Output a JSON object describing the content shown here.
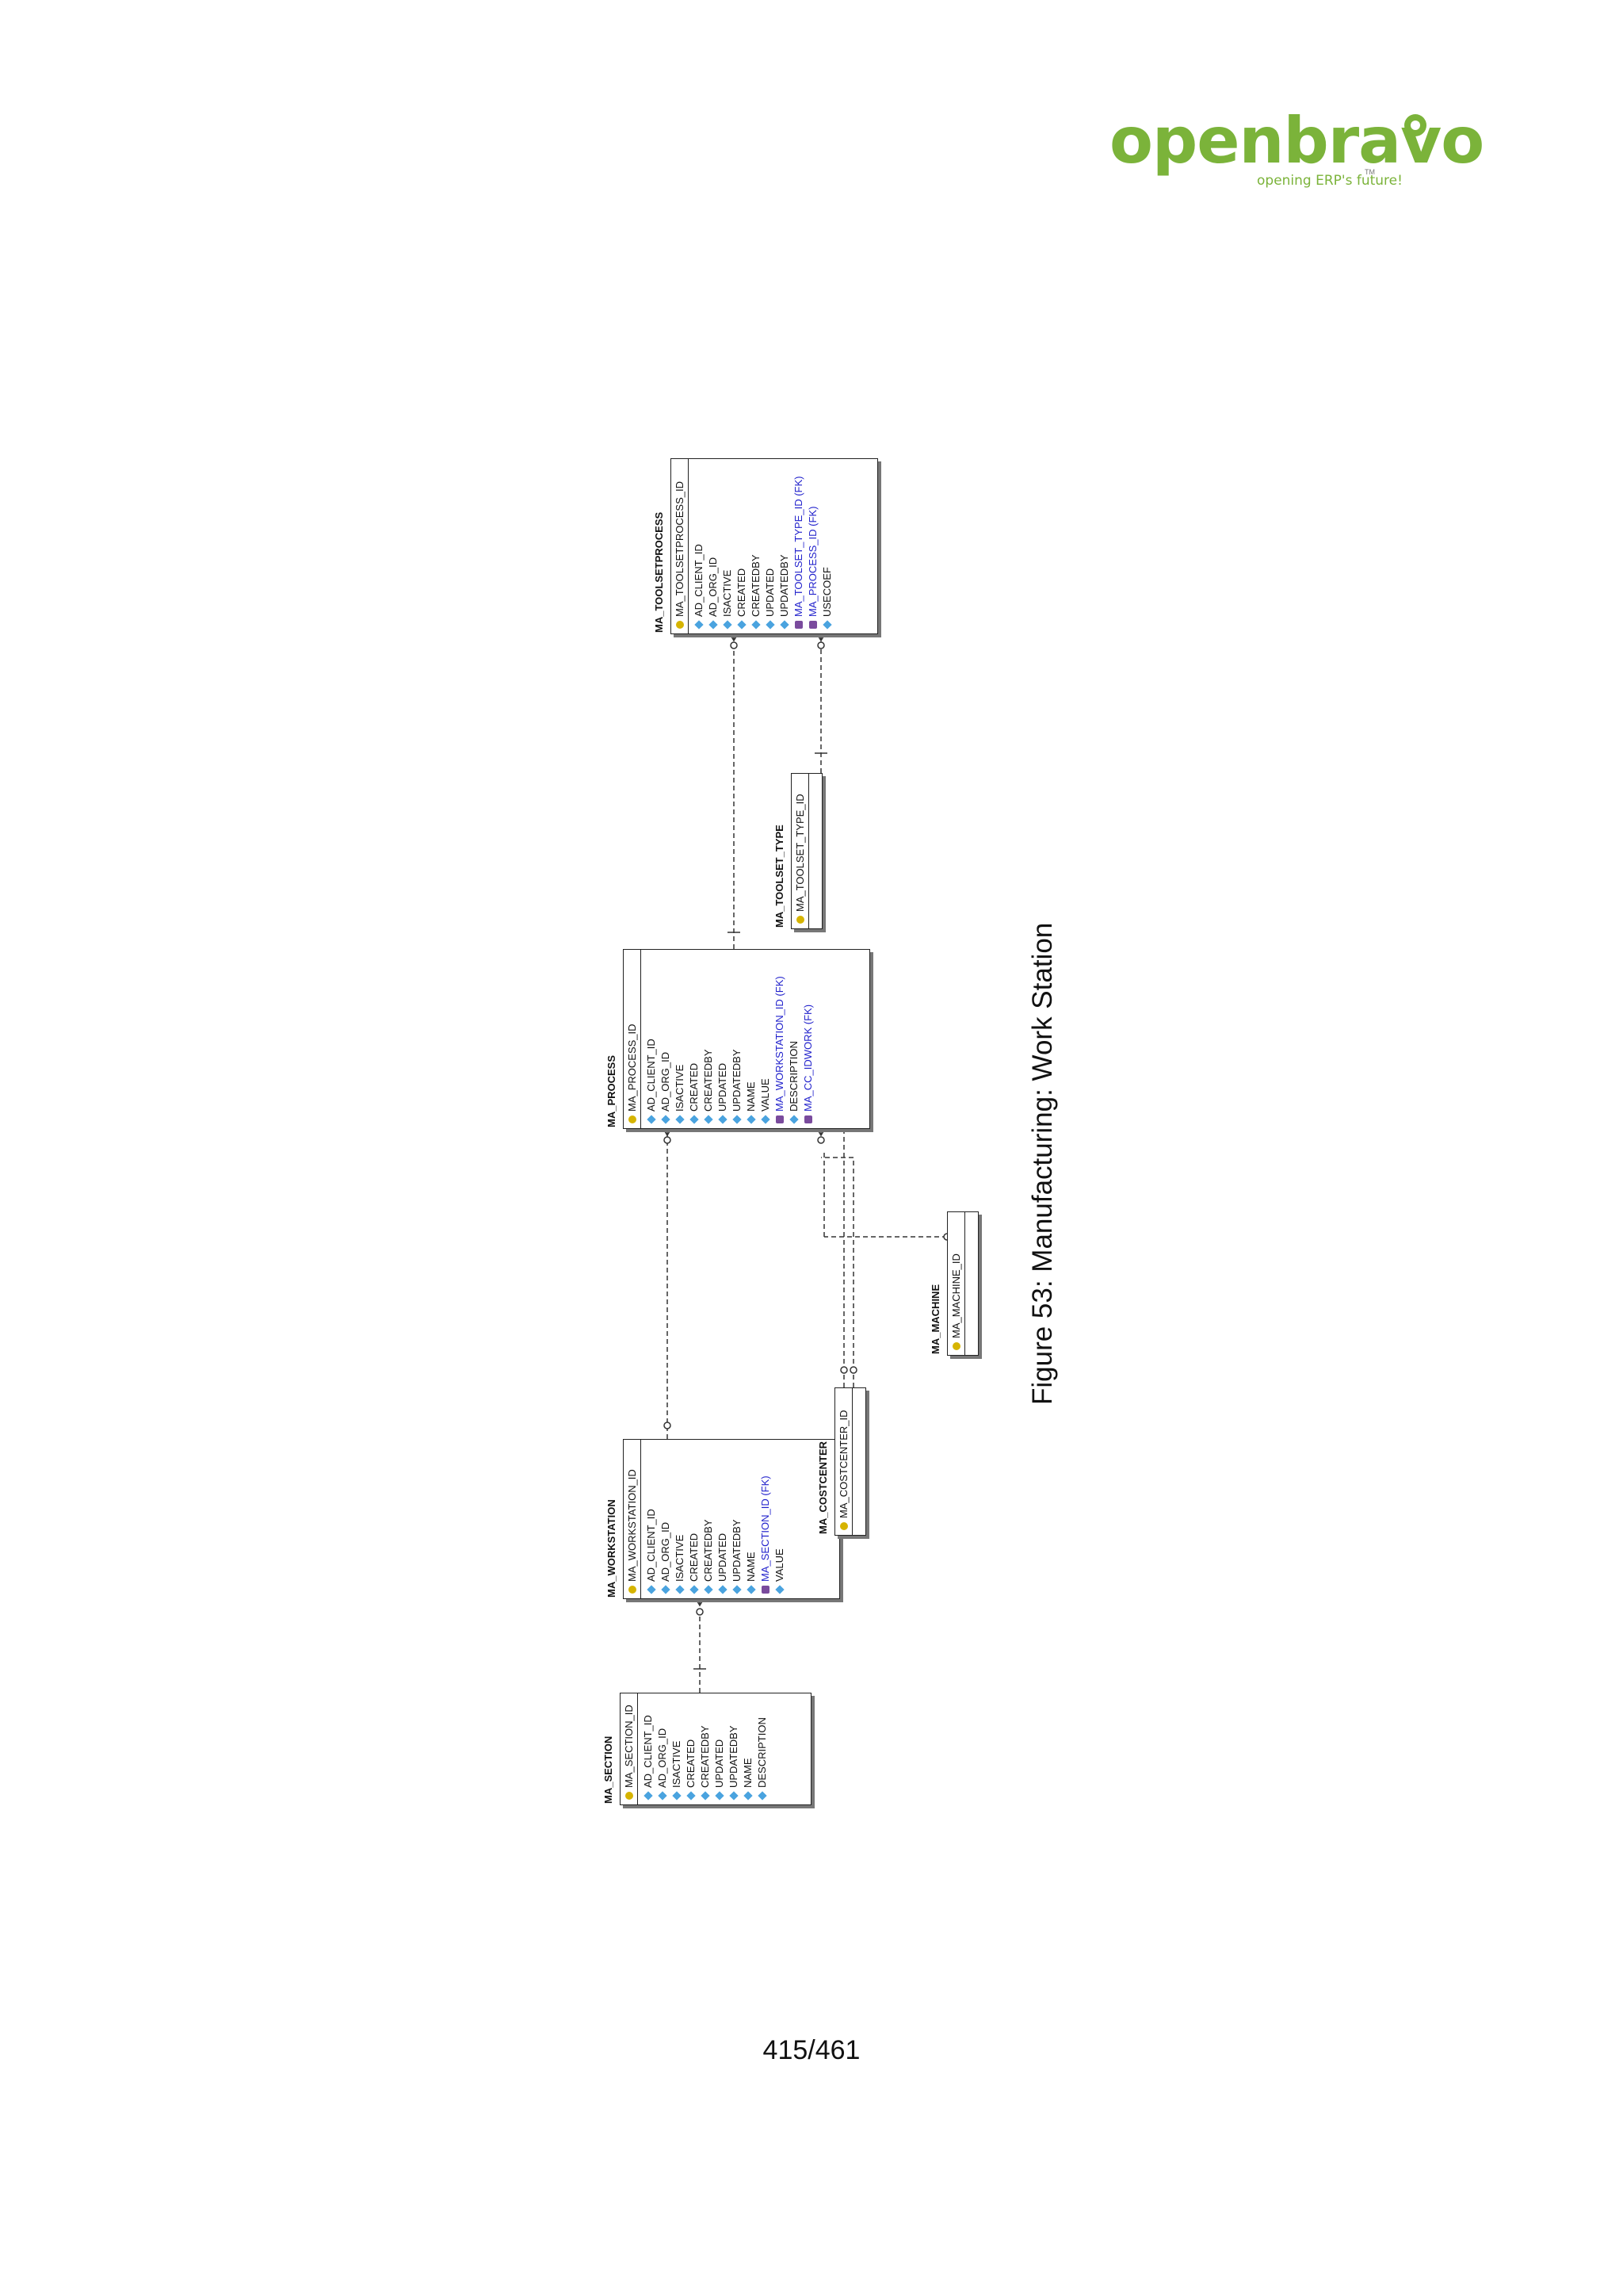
{
  "logo": {
    "word": "openbravo",
    "tagline": "opening ERP's future!",
    "tm": "TM",
    "color": "#7bb33a"
  },
  "diagram": {
    "tables": {
      "section": {
        "name": "MA_SECTION",
        "pk": "MA_SECTION_ID",
        "columns": [
          {
            "name": "AD_CLIENT_ID"
          },
          {
            "name": "AD_ORG_ID"
          },
          {
            "name": "ISACTIVE"
          },
          {
            "name": "CREATED"
          },
          {
            "name": "CREATEDBY"
          },
          {
            "name": "UPDATED"
          },
          {
            "name": "UPDATEDBY"
          },
          {
            "name": "NAME"
          },
          {
            "name": "DESCRIPTION"
          }
        ]
      },
      "workstation": {
        "name": "MA_WORKSTATION",
        "pk": "MA_WORKSTATION_ID",
        "columns": [
          {
            "name": "AD_CLIENT_ID"
          },
          {
            "name": "AD_ORG_ID"
          },
          {
            "name": "ISACTIVE"
          },
          {
            "name": "CREATED"
          },
          {
            "name": "CREATEDBY"
          },
          {
            "name": "UPDATED"
          },
          {
            "name": "UPDATEDBY"
          },
          {
            "name": "NAME"
          },
          {
            "name": "MA_SECTION_ID (FK)",
            "fk": true
          },
          {
            "name": "VALUE"
          }
        ]
      },
      "costcenter": {
        "name": "MA_COSTCENTER",
        "pk": "MA_COSTCENTER_ID",
        "columns": []
      },
      "machine": {
        "name": "MA_MACHINE",
        "pk": "MA_MACHINE_ID",
        "columns": []
      },
      "process": {
        "name": "MA_PROCESS",
        "pk": "MA_PROCESS_ID",
        "columns": [
          {
            "name": "AD_CLIENT_ID"
          },
          {
            "name": "AD_ORG_ID"
          },
          {
            "name": "ISACTIVE"
          },
          {
            "name": "CREATED"
          },
          {
            "name": "CREATEDBY"
          },
          {
            "name": "UPDATED"
          },
          {
            "name": "UPDATEDBY"
          },
          {
            "name": "NAME"
          },
          {
            "name": "VALUE"
          },
          {
            "name": "MA_WORKSTATION_ID (FK)",
            "fk": true
          },
          {
            "name": "DESCRIPTION"
          },
          {
            "name": "MA_CC_IDWORK (FK)",
            "fk": true
          }
        ]
      },
      "toolset_type": {
        "name": "MA_TOOLSET_TYPE",
        "pk": "MA_TOOLSET_TYPE_ID",
        "columns": []
      },
      "toolsetprocess": {
        "name": "MA_TOOLSETPROCESS",
        "pk": "MA_TOOLSETPROCESS_ID",
        "columns": [
          {
            "name": "AD_CLIENT_ID"
          },
          {
            "name": "AD_ORG_ID"
          },
          {
            "name": "ISACTIVE"
          },
          {
            "name": "CREATED"
          },
          {
            "name": "CREATEDBY"
          },
          {
            "name": "UPDATED"
          },
          {
            "name": "UPDATEDBY"
          },
          {
            "name": "MA_TOOLSET_TYPE_ID (FK)",
            "fk": true
          },
          {
            "name": "MA_PROCESS_ID (FK)",
            "fk": true
          },
          {
            "name": "USECOEF"
          }
        ]
      }
    }
  },
  "caption": "Figure 53: Manufacturing: Work Station",
  "page_number": "415/461"
}
